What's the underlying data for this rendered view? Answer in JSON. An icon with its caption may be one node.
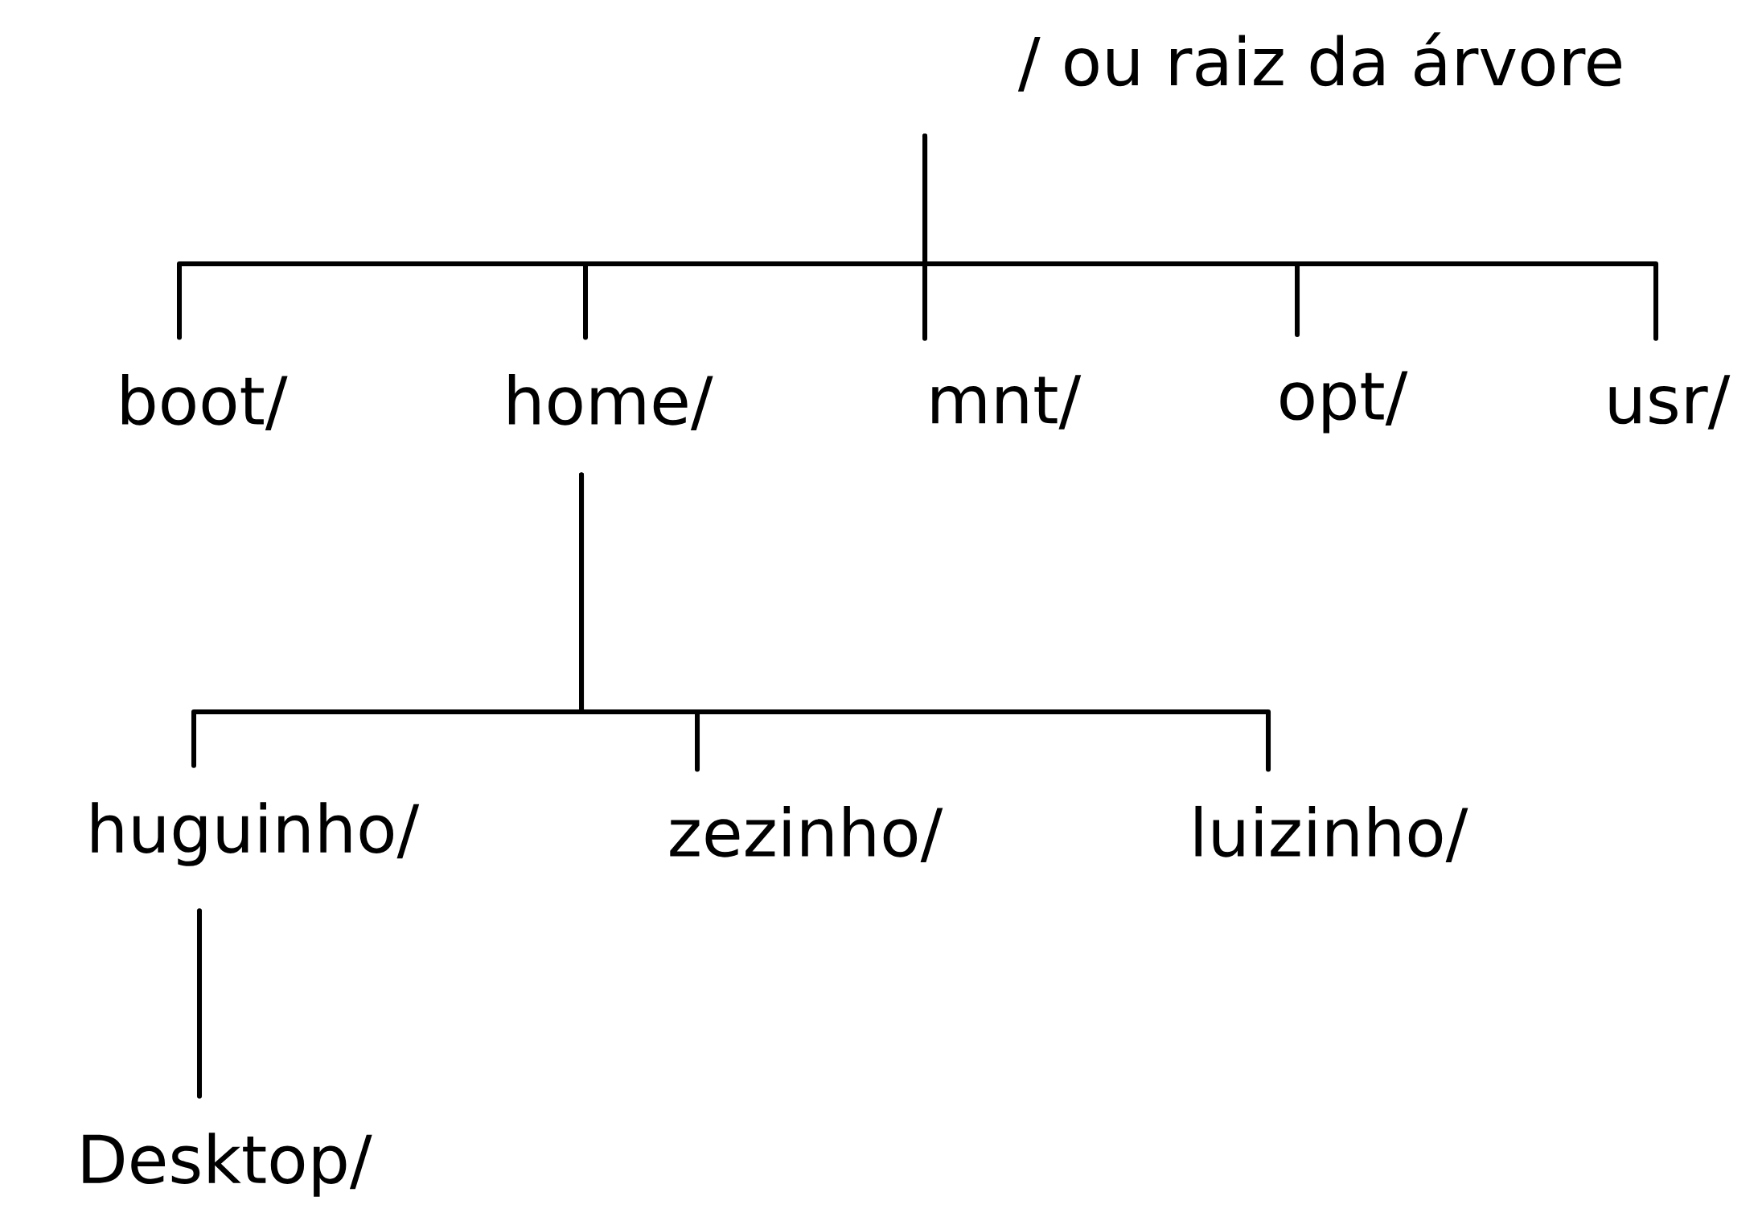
{
  "diagram": {
    "nodes": [
      {
        "text": [
          "/ ou raiz da árvore"
        ]
      },
      {
        "text": [
          "boot/"
        ]
      },
      {
        "text": [
          "home/"
        ]
      },
      {
        "text": [
          "mnt/"
        ]
      },
      {
        "text": [
          "opt/"
        ]
      },
      {
        "text": [
          "usr/"
        ]
      },
      {
        "text": [
          "huguinho/"
        ]
      },
      {
        "text": [
          "zezinho/"
        ]
      },
      {
        "text": [
          "luizinho/"
        ]
      },
      {
        "text": [
          "Desktop/"
        ]
      }
    ],
    "edges": [
      {
        "from": 0,
        "to": 1,
        "arrow": "none"
      },
      {
        "from": 0,
        "to": 2,
        "arrow": "none"
      },
      {
        "from": 0,
        "to": 3,
        "arrow": "none"
      },
      {
        "from": 0,
        "to": 4,
        "arrow": "none"
      },
      {
        "from": 0,
        "to": 5,
        "arrow": "none"
      },
      {
        "from": 2,
        "to": 6,
        "arrow": "none"
      },
      {
        "from": 2,
        "to": 7,
        "arrow": "none"
      },
      {
        "from": 2,
        "to": 8,
        "arrow": "none"
      },
      {
        "from": 6,
        "to": 9,
        "arrow": "none"
      }
    ]
  }
}
